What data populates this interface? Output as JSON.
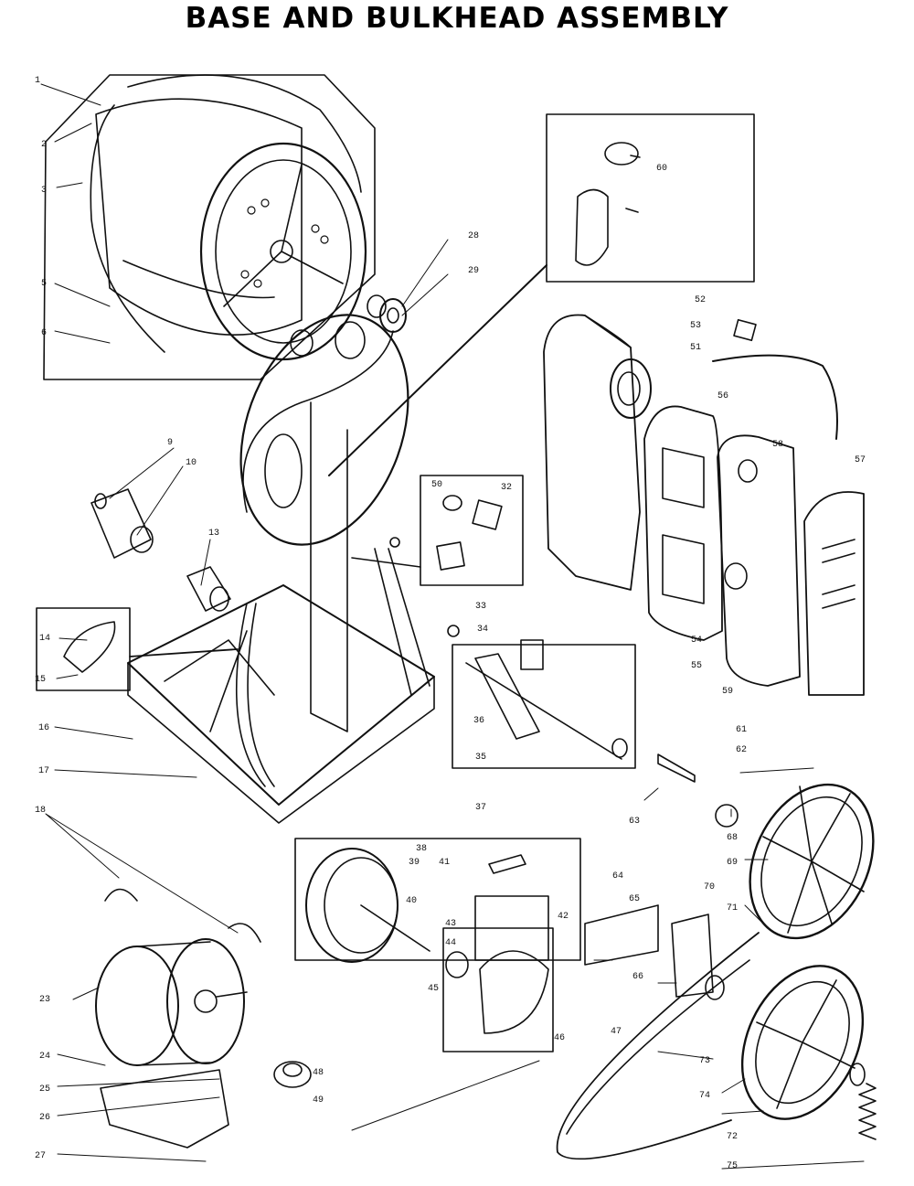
{
  "title": "BASE AND BULKHEAD ASSEMBLY",
  "callouts": [
    "1",
    "2",
    "3",
    "5",
    "6",
    "9",
    "10",
    "13",
    "14",
    "15",
    "16",
    "17",
    "18",
    "23",
    "24",
    "25",
    "26",
    "27",
    "28",
    "29",
    "32",
    "33",
    "34",
    "35",
    "36",
    "37",
    "38",
    "39",
    "40",
    "41",
    "42",
    "43",
    "44",
    "45",
    "46",
    "47",
    "48",
    "49",
    "50",
    "51",
    "52",
    "53",
    "54",
    "55",
    "56",
    "57",
    "58",
    "59",
    "60",
    "61",
    "62",
    "63",
    "64",
    "65",
    "66",
    "68",
    "69",
    "70",
    "71",
    "72",
    "73",
    "74",
    "75"
  ],
  "ink": "#111111"
}
